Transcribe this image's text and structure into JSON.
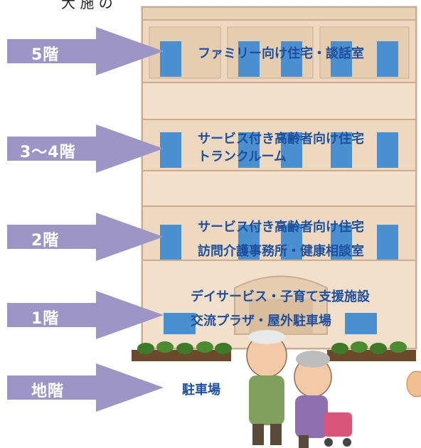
{
  "header_fragment": "大 施 の",
  "floors": [
    {
      "label": "5階",
      "lines": [
        "ファミリー向け住宅・談話室"
      ]
    },
    {
      "label": "3〜4階",
      "lines": [
        "サービス付き高齢者向け住宅",
        "トランクルーム"
      ]
    },
    {
      "label": "2階",
      "lines": [
        "サービス付き高齢者向け住宅",
        "訪問介護事務所・健康相談室"
      ]
    },
    {
      "label": "1階",
      "lines": [
        "デイサービス・子育て支援施設",
        "交流プラザ・屋外駐車場"
      ]
    },
    {
      "label": "地階",
      "lines": [
        "駐車場"
      ]
    }
  ],
  "colors": {
    "arrow": "#9d95c6",
    "building": "#f1dcc5",
    "building_edge": "#c9ad91",
    "window": "#4a8fd0",
    "text": "#1d4f9e"
  }
}
